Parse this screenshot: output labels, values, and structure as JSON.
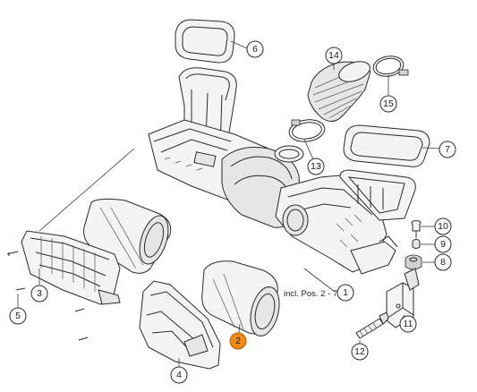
{
  "callouts": [
    {
      "id": "c1",
      "label": "1"
    },
    {
      "id": "c2",
      "label": "2",
      "highlight": true
    },
    {
      "id": "c3",
      "label": "3"
    },
    {
      "id": "c4",
      "label": "4"
    },
    {
      "id": "c5",
      "label": "5"
    },
    {
      "id": "c6",
      "label": "6"
    },
    {
      "id": "c7",
      "label": "7"
    },
    {
      "id": "c8",
      "label": "8"
    },
    {
      "id": "c9",
      "label": "9"
    },
    {
      "id": "c10",
      "label": "10"
    },
    {
      "id": "c11",
      "label": "11"
    },
    {
      "id": "c12",
      "label": "12"
    },
    {
      "id": "c13",
      "label": "13"
    },
    {
      "id": "c14",
      "label": "14"
    },
    {
      "id": "c15",
      "label": "15"
    }
  ],
  "note": "incl. Pos. 2 - 7",
  "colors": {
    "highlight": "#f08a1a",
    "line": "#2a2a2a",
    "part_fill": "#f4f4f4"
  }
}
